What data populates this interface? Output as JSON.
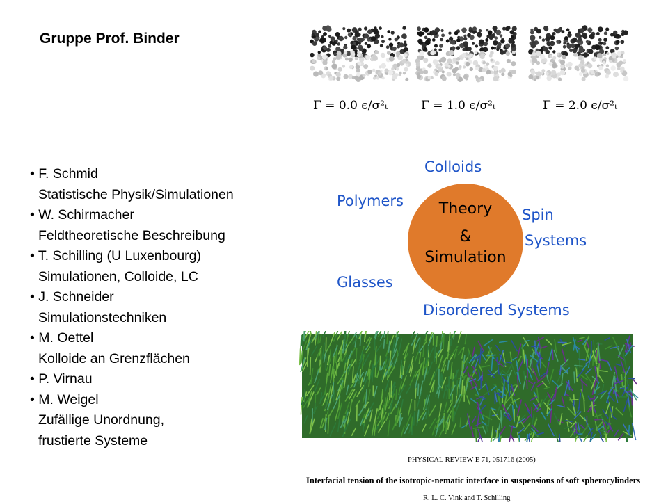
{
  "header": {
    "title": "Gruppe Prof. Binder"
  },
  "members": [
    {
      "name": "F. Schmid",
      "desc": "Statistische Physik/Simulationen"
    },
    {
      "name": "W. Schirmacher",
      "desc": "Feldtheoretische Beschreibung"
    },
    {
      "name": "T. Schilling (U Luxenbourg)",
      "desc": "Simulationen, Colloide, LC"
    },
    {
      "name": "J. Schneider",
      "desc": "Simulationstechniken"
    },
    {
      "name": "M. Oettel",
      "desc": "Kolloide an Grenzflächen"
    },
    {
      "name": "P. Virnau",
      "desc": ""
    },
    {
      "name": "M. Weigel",
      "desc": "Zufällige Unordnung,\nfrustierte Systeme"
    }
  ],
  "simulation_top": {
    "labels": [
      "Γ = 0.0 ϵ/σ²ₜ",
      "Γ = 1.0 ϵ/σ²ₜ",
      "Γ = 2.0 ϵ/σ²ₜ"
    ]
  },
  "diagram": {
    "center_line1": "Theory",
    "center_amp": "&",
    "center_line2": "Simulation",
    "topics": {
      "colloids": "Colloids",
      "polymers": "Polymers",
      "spin1": "Spin",
      "spin2": "Systems",
      "glasses": "Glasses",
      "disordered": "Disordered Systems"
    },
    "circle_color": "#e07a2b",
    "topic_color": "#1f55c8"
  },
  "reference": {
    "journal": "PHYSICAL REVIEW E 71, 051716 (2005)",
    "title": "Interfacial tension of the isotropic-nematic interface in suspensions of soft spherocylinders",
    "authors": "R. L. C. Vink and T. Schilling"
  }
}
